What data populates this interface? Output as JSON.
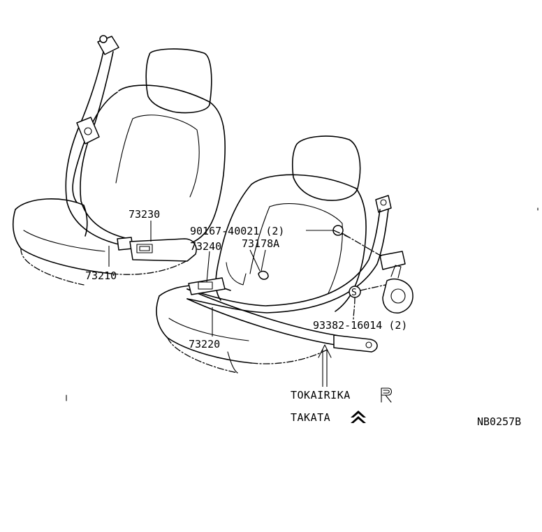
{
  "parts": {
    "p73230": "73230",
    "p90167": "90167-40021 (2)",
    "p73240": "73240",
    "p73178a": "73178A",
    "p73210": "73210",
    "p73220": "73220",
    "p93382": "93382-16014 (2)"
  },
  "manufacturers": {
    "tokairika": "TOKAIRIKA",
    "takata": "TAKATA"
  },
  "drawing_code": "NB0257B",
  "washer_mark": "S",
  "icons": {
    "tokairika_logo": "letter-r-outline-icon",
    "takata_logo": "takata-chevron-icon"
  }
}
